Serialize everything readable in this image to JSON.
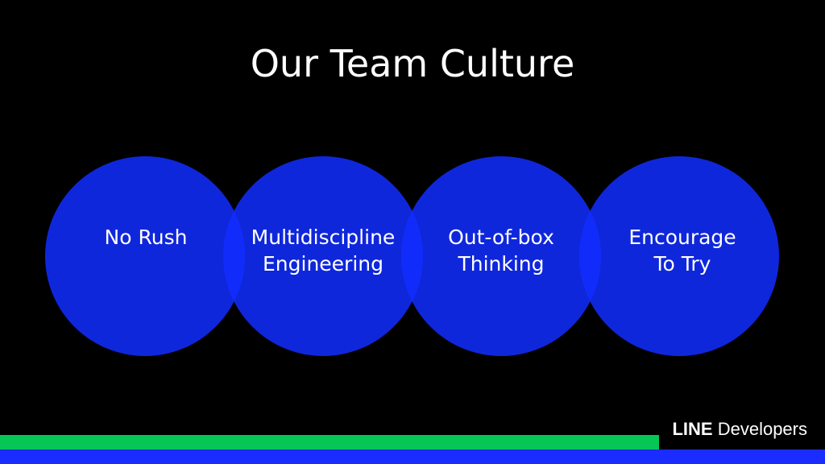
{
  "slide": {
    "title": "Our Team Culture"
  },
  "circles": [
    {
      "lines": [
        "No Rush"
      ]
    },
    {
      "lines": [
        "Multidiscipline",
        "Engineering"
      ]
    },
    {
      "lines": [
        "Out-of-box",
        "Thinking"
      ]
    },
    {
      "lines": [
        "Encourage",
        "To Try"
      ]
    }
  ],
  "brand": {
    "strong": "LINE",
    "light": "Developers"
  },
  "colors": {
    "background": "#000000",
    "circle_fill": "#122dff",
    "green_bar": "#06c755",
    "blue_bar": "#1a2cff"
  }
}
